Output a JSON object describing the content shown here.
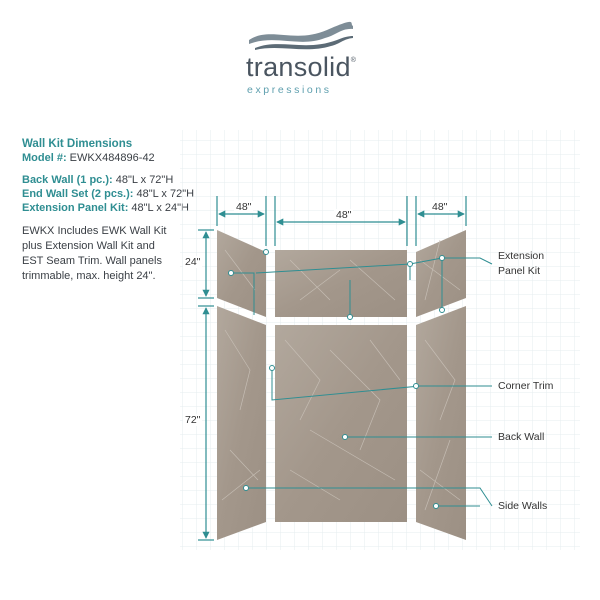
{
  "logo": {
    "name": "transolid",
    "reg": "®",
    "sub": "expressions"
  },
  "specs": {
    "title": "Wall Kit Dimensions",
    "model_label": "Model #:",
    "model_value": " EWKX484896-42",
    "back_label": "Back Wall (1 pc.):",
    "back_value": " 48\"L x 72\"H",
    "end_label": "End Wall Set (2 pcs.):",
    "end_value": " 48\"L x 72\"H",
    "ext_label": "Extension Panel Kit:",
    "ext_value": " 48\"L x 24\"H"
  },
  "description": [
    "EWKX Includes EWK Wall Kit",
    "plus Extension Wall Kit and",
    "EST Seam Trim. Wall panels",
    "trimmable, max. height 24\"."
  ],
  "dimensions": {
    "left_width": "48\"",
    "center_width": "48\"",
    "right_width": "48\"",
    "top_height": "24\"",
    "main_height": "72\""
  },
  "callouts": {
    "extension_line1": "Extension",
    "extension_line2": "Panel Kit",
    "corner_trim": "Corner Trim",
    "back_wall": "Back Wall",
    "side_walls": "Side Walls"
  },
  "colors": {
    "accent": "#2f8e92",
    "panel": "#a99e93",
    "grid": "#e3e9ec",
    "trim": "#ffffff"
  }
}
